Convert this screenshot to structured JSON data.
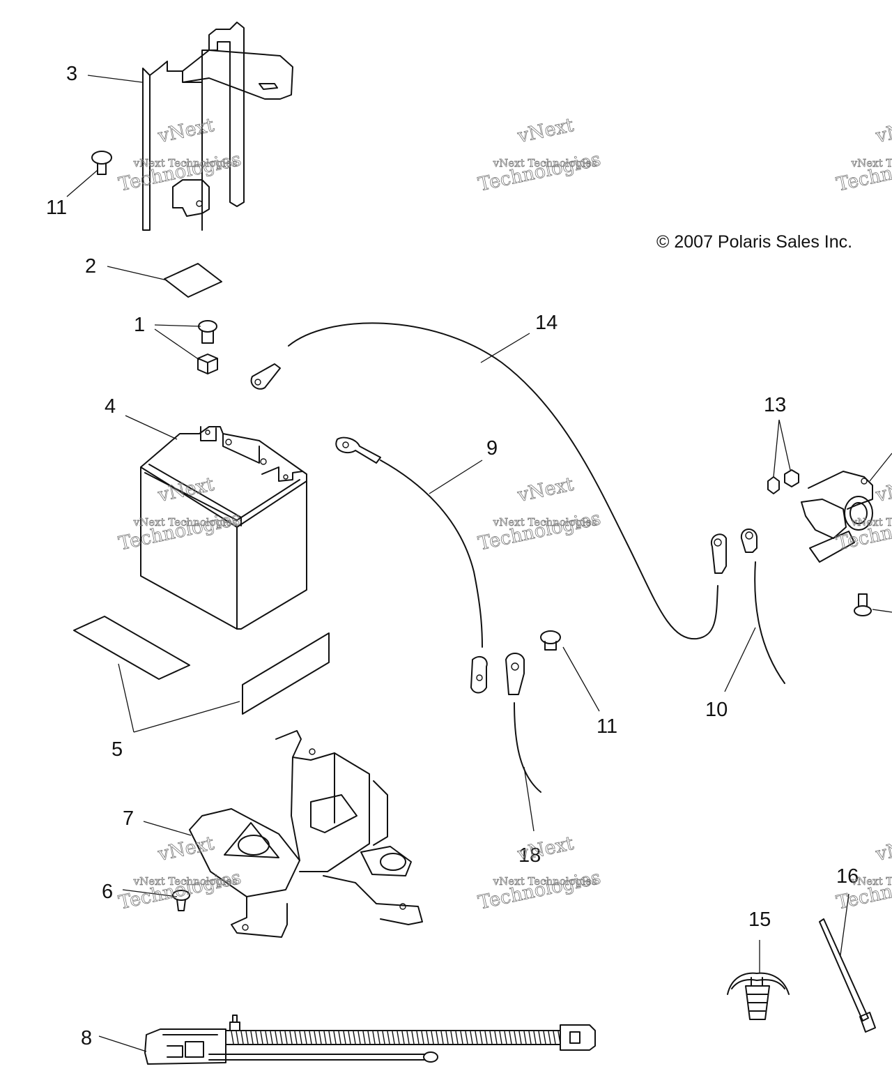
{
  "copyright": "© 2007 Polaris Sales Inc.",
  "watermark": {
    "line1": "vNext",
    "line2": "vNext Technologies",
    "line3": "Technologies"
  },
  "callouts": {
    "c1": "1",
    "c2": "2",
    "c3": "3",
    "c4": "4",
    "c5": "5",
    "c6": "6",
    "c7": "7",
    "c8": "8",
    "c9": "9",
    "c10": "10",
    "c11a": "11",
    "c11b": "11",
    "c13": "13",
    "c14": "14",
    "c15": "15",
    "c16": "16",
    "c18": "18"
  }
}
